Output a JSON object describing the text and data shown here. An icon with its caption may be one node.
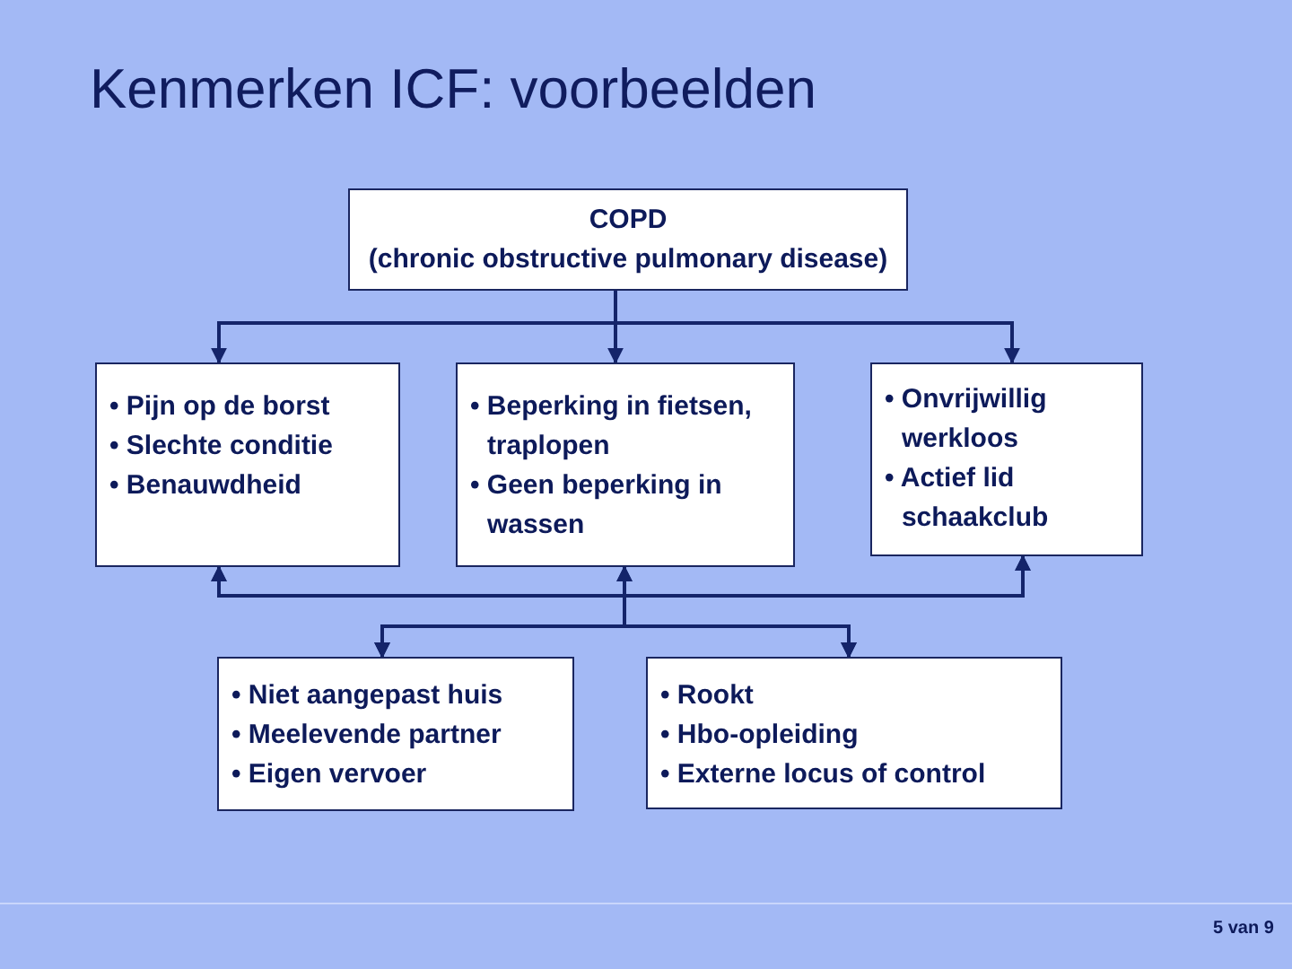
{
  "diagram": {
    "title": "Kenmerken ICF: voorbeelden",
    "nodes": [
      {
        "text": [
          "COPD",
          "(chronic obstructive pulmonary disease)"
        ]
      },
      {
        "text": [
          "• Pijn op de borst",
          "• Slechte conditie",
          "• Benauwdheid"
        ]
      },
      {
        "text": [
          "• Beperking in fietsen, traplopen",
          "• Geen beperking in wassen"
        ]
      },
      {
        "text": [
          "• Onvrijwillig werkloos",
          "• Actief lid schaakclub"
        ]
      },
      {
        "text": [
          "• Niet aangepast huis",
          "• Meelevende partner",
          "• Eigen vervoer"
        ]
      },
      {
        "text": [
          "• Rookt",
          "• Hbo-opleiding",
          "• Externe locus of control"
        ]
      }
    ],
    "edges": [
      {
        "from": 0,
        "to": 1,
        "arrow": "to"
      },
      {
        "from": 0,
        "to": 2,
        "arrow": "to"
      },
      {
        "from": 0,
        "to": 3,
        "arrow": "to"
      },
      {
        "from": 4,
        "to": 1,
        "arrow": "both"
      },
      {
        "from": 4,
        "to": 2,
        "arrow": "both"
      },
      {
        "from": 4,
        "to": 3,
        "arrow": "both"
      },
      {
        "from": 5,
        "to": 1,
        "arrow": "both"
      },
      {
        "from": 5,
        "to": 2,
        "arrow": "both"
      },
      {
        "from": 5,
        "to": 3,
        "arrow": "both"
      }
    ],
    "labels": [
      "5 van 9"
    ]
  }
}
